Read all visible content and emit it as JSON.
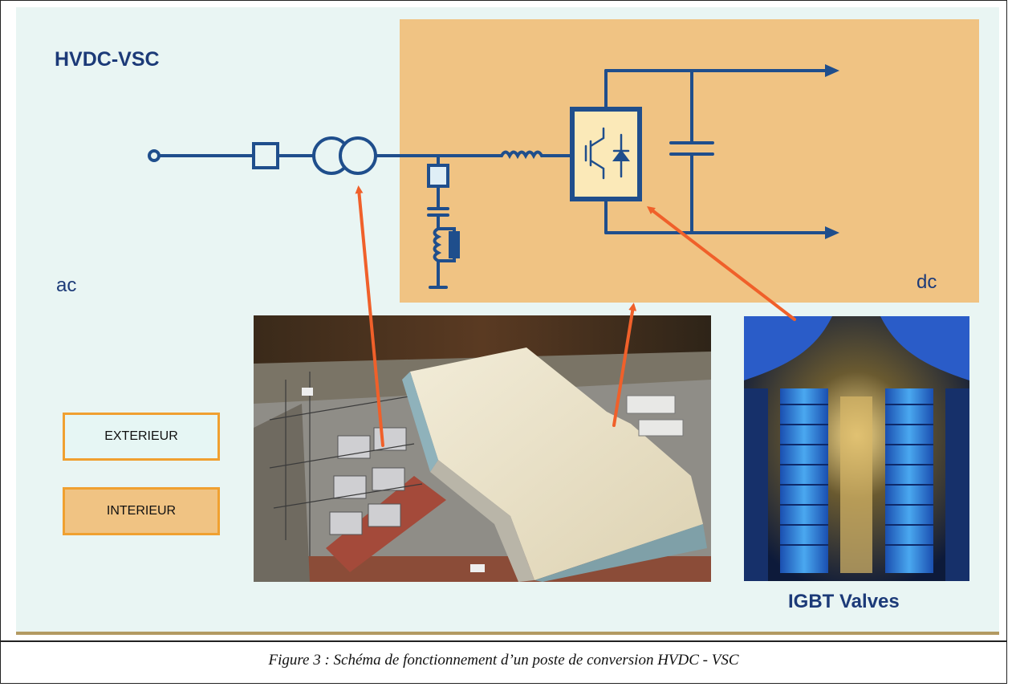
{
  "diagram": {
    "title": "HVDC-VSC",
    "ac_label": "ac",
    "dc_label": "dc",
    "valves_label": "IGBT  Valves",
    "legend": {
      "exterior": "EXTERIEUR",
      "interior": "INTERIEUR"
    }
  },
  "caption": "Figure 3 : Schéma de fonctionnement d’un poste de conversion HVDC - VSC",
  "colors": {
    "line": "#1f4e8c",
    "arrow": "#f0602a",
    "exterior_zone": "#e9f5f3",
    "interior_zone": "#f0c383",
    "legend_border": "#f0a030"
  }
}
